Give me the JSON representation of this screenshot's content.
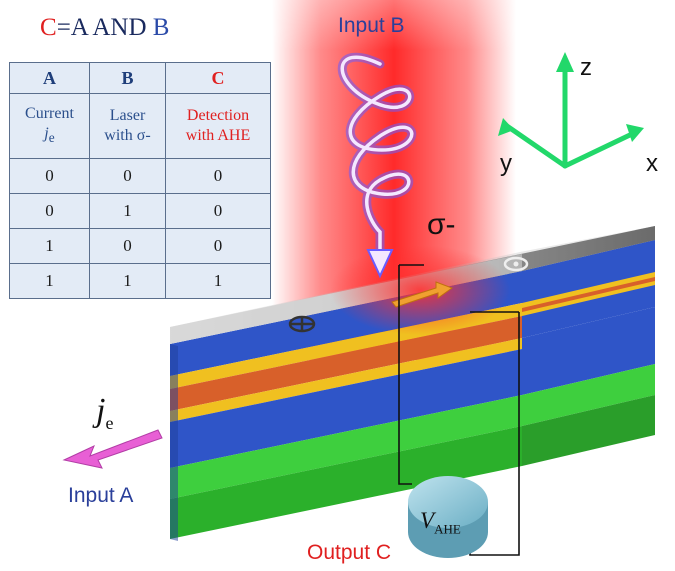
{
  "title": {
    "c": "C",
    "eq": "=A AND ",
    "b": "B"
  },
  "truth_table": {
    "headers": [
      "A",
      "B",
      "C"
    ],
    "descriptions": [
      {
        "line1": "Current",
        "line2": "j",
        "sub": "e"
      },
      {
        "line1": "Laser",
        "line2": "with σ-",
        "sub": ""
      },
      {
        "line1": "Detection",
        "line2": "with AHE",
        "sub": ""
      }
    ],
    "rows": [
      [
        "0",
        "0",
        "0"
      ],
      [
        "0",
        "1",
        "0"
      ],
      [
        "1",
        "0",
        "0"
      ],
      [
        "1",
        "1",
        "1"
      ]
    ]
  },
  "labels": {
    "input_b": "Input B",
    "sigma": "σ-",
    "axis_z": "z",
    "axis_y": "y",
    "axis_x": "x",
    "input_a": "Input A",
    "output_c": "Output C",
    "current_symbol": "j",
    "current_sub": "e",
    "voltage_symbol": "V",
    "voltage_sub": "AHE"
  },
  "colors": {
    "laser": "#ff2a2a",
    "blue_layer": "#2f55c8",
    "orange_layer": "#d8602a",
    "yellow_layer": "#f0c020",
    "green_layer": "#3ecf3e",
    "axes": "#22d86a",
    "current_arrow": "#e85fd5",
    "voltmeter": "#8ec7d9",
    "magnet_arrow": "#f0a030"
  },
  "icons": [
    "circularly-polarized-helix",
    "magnetization-in-icon",
    "magnetization-out-icon",
    "voltmeter-icon"
  ]
}
